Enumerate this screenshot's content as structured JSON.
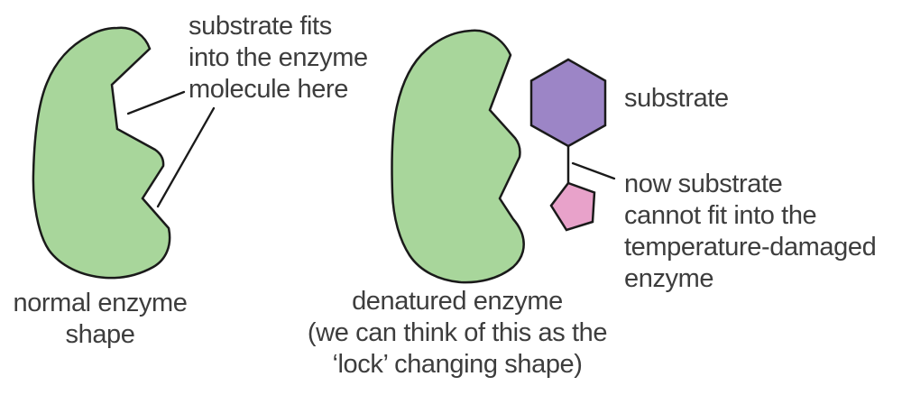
{
  "colors": {
    "background": "#ffffff",
    "enzyme_green": "#a8d69b",
    "substrate_purple": "#9c85c6",
    "substrate_pink": "#e8a2ca",
    "outline": "#1a1a1a",
    "text": "#3d3d3d"
  },
  "left_panel": {
    "annotation": "substrate fits\ninto the enzyme\nmolecule here",
    "caption": "normal enzyme\nshape"
  },
  "right_panel": {
    "substrate_label": "substrate",
    "annotation": "now substrate\ncannot fit into the\ntemperature-damaged\nenzyme",
    "caption": "denatured enzyme\n(we can think of this as the\n‘lock’ changing shape)"
  }
}
